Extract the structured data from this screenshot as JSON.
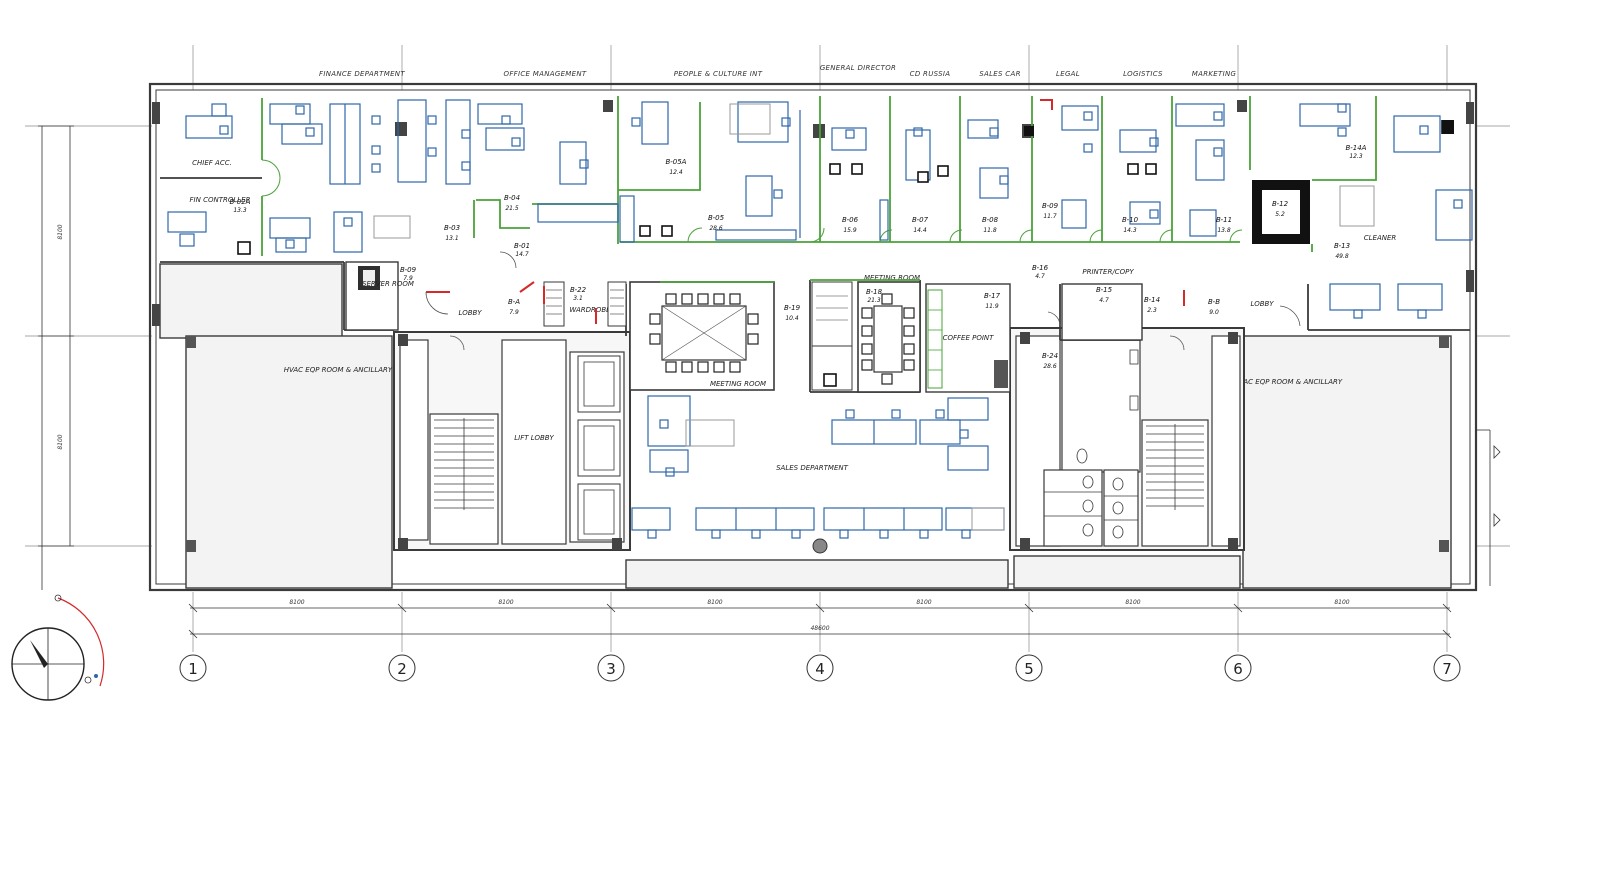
{
  "colors": {
    "wall": "#3a3a3a",
    "furniture": "#2f66a8",
    "partition": "#4aa23a",
    "fire_door": "#d42a2a",
    "shaft_fill": "#f1f1f1"
  },
  "departments": [
    "FINANCE DEPARTMENT",
    "OFFICE MANAGEMENT",
    "PEOPLE & CULTURE INT",
    "GENERAL DIRECTOR",
    "CD RUSSIA",
    "SALES CAR",
    "LEGAL",
    "LOGISTICS",
    "MARKETING"
  ],
  "room_labels": {
    "chief_acc": "CHIEF ACC.",
    "fin_controller": "FIN CONTROLLER",
    "server_room": "SERVER ROOM",
    "lobby_left": "LOBBY",
    "lobby_right": "LOBBY",
    "meeting_room_1": "MEETING ROOM",
    "meeting_room_2": "MEETING ROOM",
    "coffee_point": "COFFEE POINT",
    "printer_copy": "PRINTER/COPY",
    "hvac_left": "HVAC EQP ROOM & ANCILLARY",
    "hvac_right": "HVAC EQP ROOM & ANCILLARY",
    "lift_lobby": "LIFT LOBBY",
    "sales_department": "SALES DEPARTMENT",
    "wardrobe": "WARDROBE",
    "cleaner": "CLEANER"
  },
  "room_tags": [
    {
      "code": "B-02A",
      "area": "13.3"
    },
    {
      "code": "B-09",
      "area": "7.9"
    },
    {
      "code": "B-04",
      "area": "21.5"
    },
    {
      "code": "B-03",
      "area": "13.1"
    },
    {
      "code": "B-01",
      "area": "14.7"
    },
    {
      "code": "B-05A",
      "area": "12.4"
    },
    {
      "code": "B-05",
      "area": "28.6"
    },
    {
      "code": "B-06",
      "area": "15.9"
    },
    {
      "code": "B-07",
      "area": "14.4"
    },
    {
      "code": "B-08",
      "area": "11.8"
    },
    {
      "code": "B-09",
      "area": "11.7"
    },
    {
      "code": "B-10",
      "area": "14.3"
    },
    {
      "code": "B-11",
      "area": "13.8"
    },
    {
      "code": "B-12",
      "area": "5.2"
    },
    {
      "code": "B-14A",
      "area": "12.3"
    },
    {
      "code": "B-13",
      "area": "49.8"
    },
    {
      "code": "B-22",
      "area": "3.1"
    },
    {
      "code": "B-19",
      "area": "10.4"
    },
    {
      "code": "B-18",
      "area": "21.3"
    },
    {
      "code": "B-17",
      "area": "11.9"
    },
    {
      "code": "B-16",
      "area": "4.7"
    },
    {
      "code": "B-15",
      "area": "4.7"
    },
    {
      "code": "B-14",
      "area": "2.3"
    },
    {
      "code": "B-24",
      "area": "28.6"
    },
    {
      "code": "B-A",
      "area": "7.9"
    },
    {
      "code": "B-B",
      "area": "9.0"
    }
  ],
  "axis_labels": [
    "1",
    "2",
    "3",
    "4",
    "5",
    "6",
    "7"
  ],
  "dimensions": {
    "bay": "8100",
    "total": "48600",
    "vertical_top": "8100",
    "vertical_bottom": "8100"
  }
}
